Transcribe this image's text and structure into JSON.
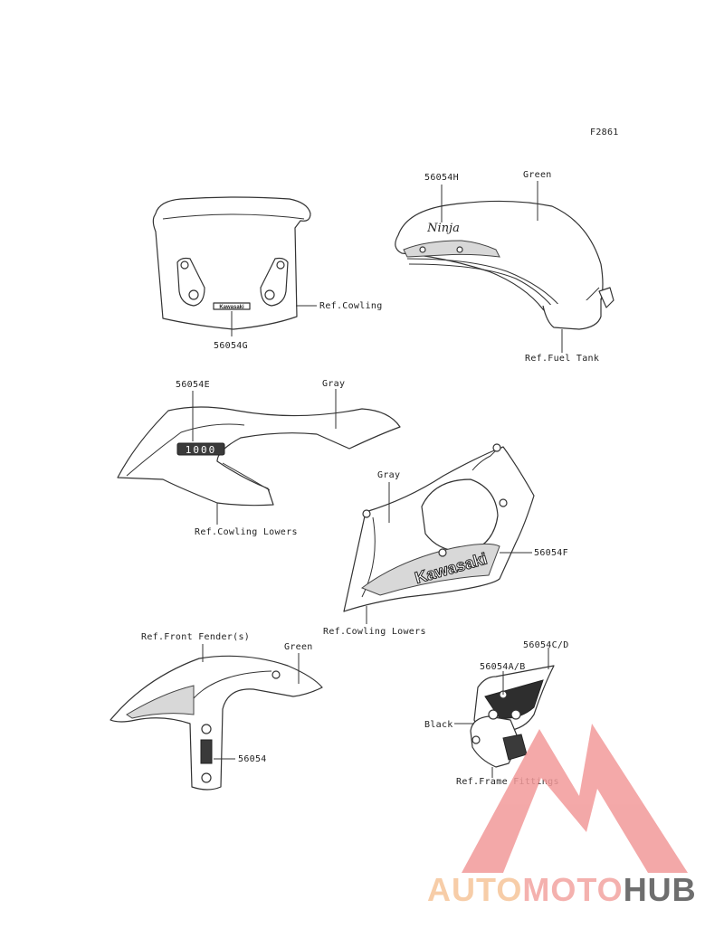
{
  "figure_code": "F2861",
  "labels": {
    "tank_part": "56054H",
    "tank_color": "Green",
    "tank_ref": "Ref.Fuel Tank",
    "windscreen_ref": "Ref.Cowling",
    "windscreen_part": "56054G",
    "cowl_upper_part": "56054E",
    "cowl_upper_color": "Gray",
    "cowl_upper_ref": "Ref.Cowling Lowers",
    "cowl_lower_color": "Gray",
    "cowl_lower_part": "56054F",
    "cowl_lower_ref": "Ref.Cowling Lowers",
    "fender_ref": "Ref.Front Fender(s)",
    "fender_color": "Green",
    "fender_part": "56054",
    "frame_part_cd": "56054C/D",
    "frame_part_ab": "56054A/B",
    "frame_color": "Black",
    "frame_ref": "Ref.Frame Fittings"
  },
  "decals": {
    "brand": "Kawasaki",
    "tank_logo": "Ninja",
    "displacement": "1000",
    "screen_brand": "Kawasaki"
  },
  "watermark": {
    "part1": "AUTO",
    "part2": "MOTO",
    "part3": "HUB",
    "color_auto": "#f6c59a",
    "color_moto": "#f3a4a1",
    "color_hub": "#555555",
    "color_triangle": "#f29a9a"
  }
}
